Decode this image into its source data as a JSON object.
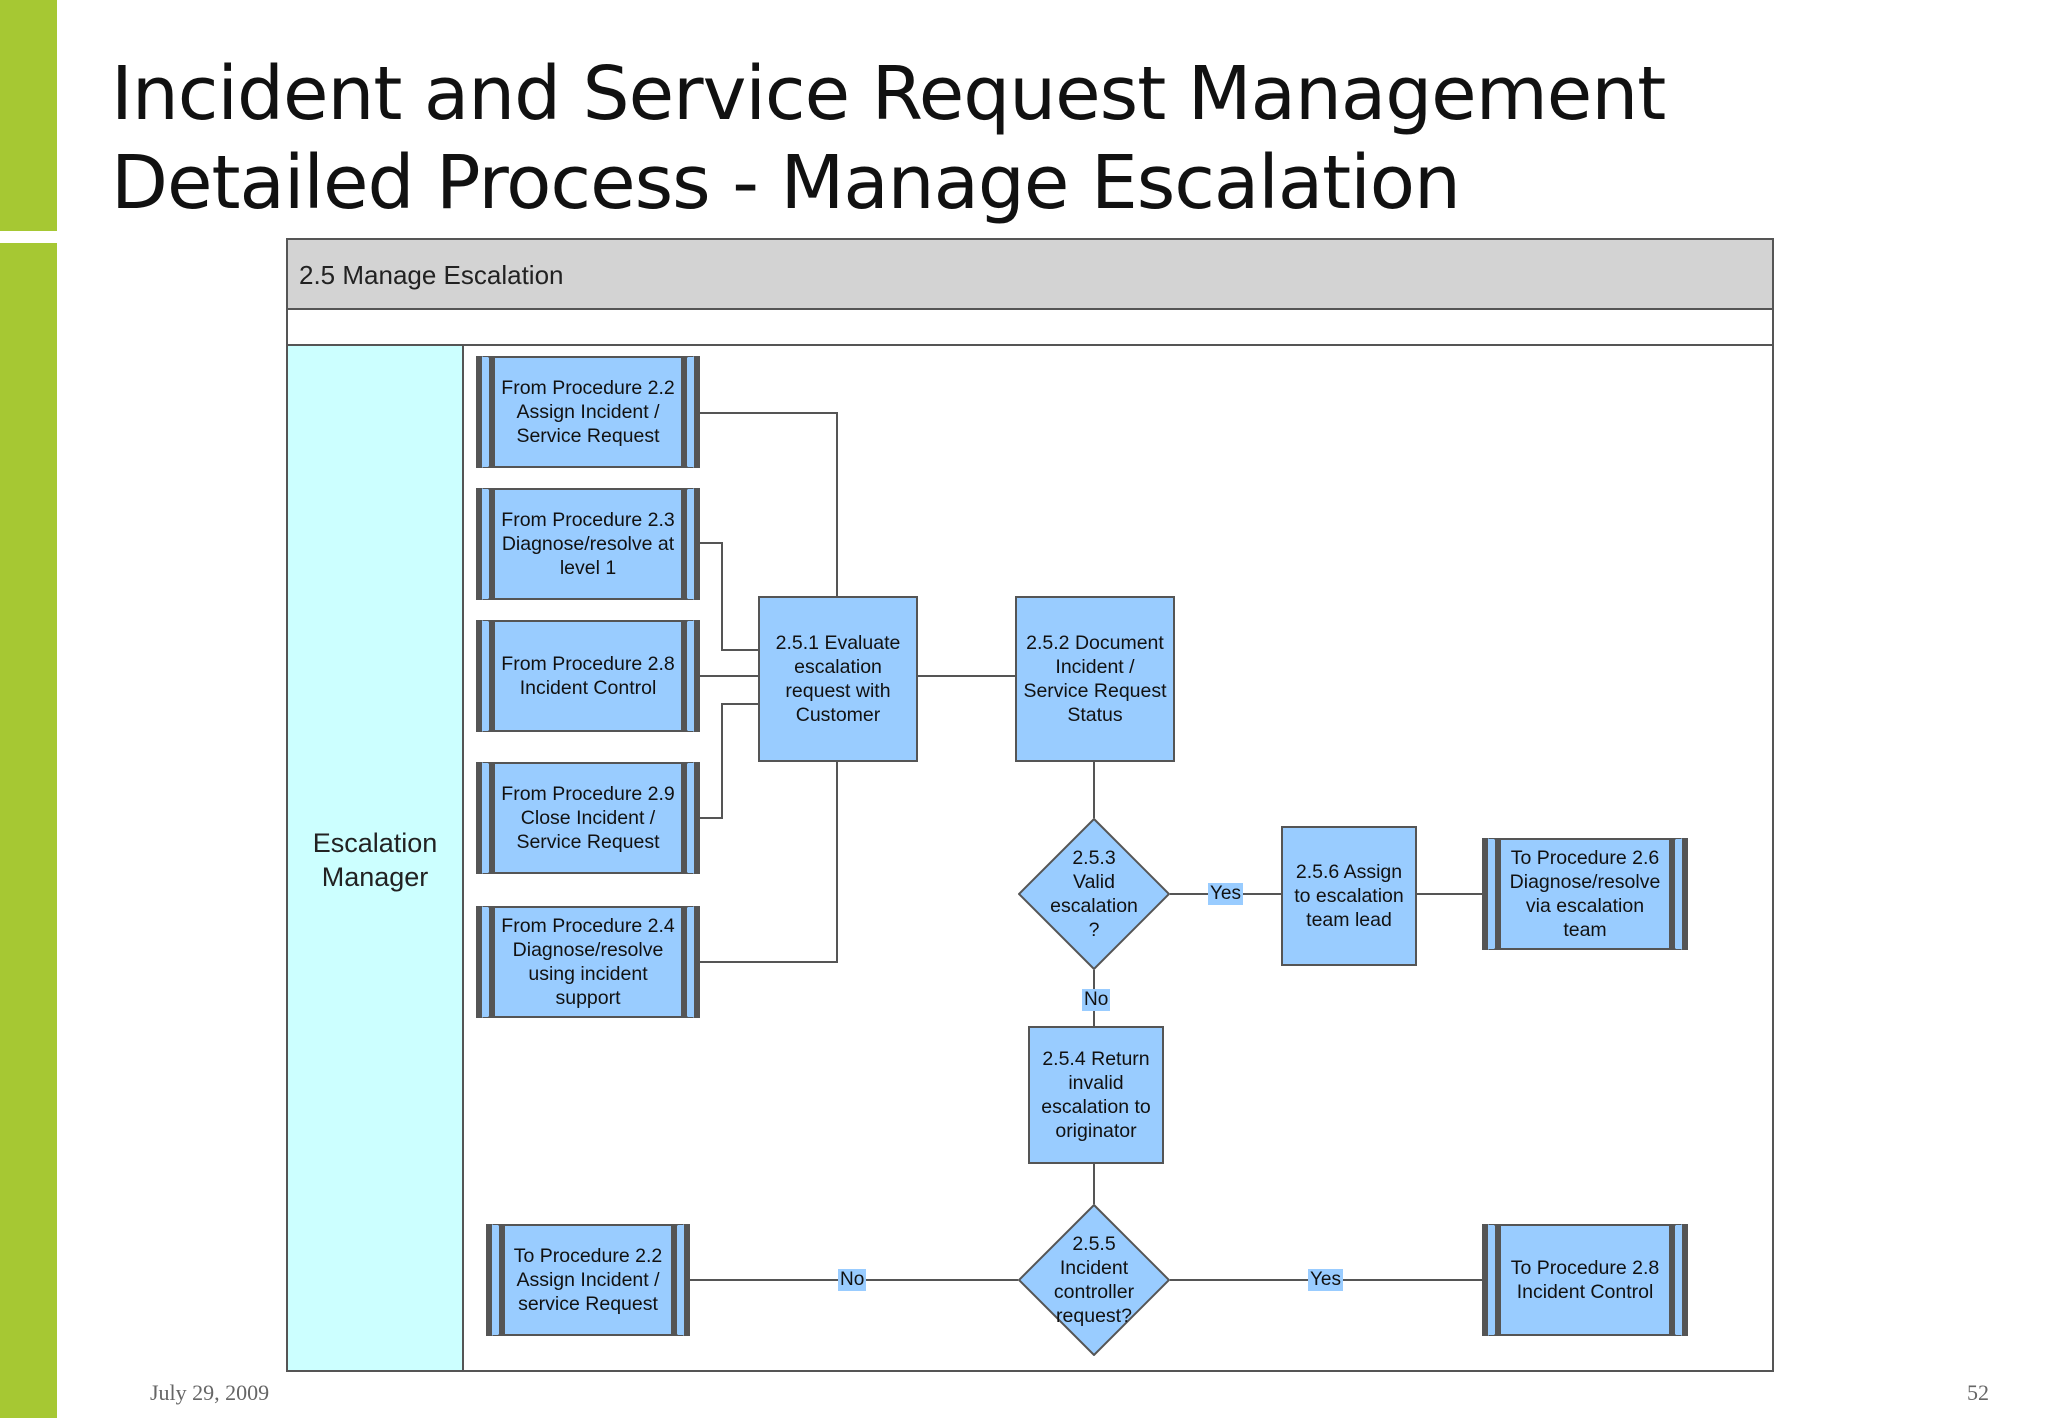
{
  "slide": {
    "title_line1": "Incident and Service Request Management",
    "title_line2": "Detailed Process - Manage Escalation",
    "date": "July 29, 2009",
    "page_number": "52"
  },
  "diagram": {
    "header_title": "2.5 Manage Escalation",
    "lane_label": "Escalation Manager",
    "boxes": {
      "from_2_2": "From Procedure 2.2 Assign Incident / Service Request",
      "from_2_3": "From Procedure 2.3 Diagnose/resolve at level 1",
      "from_2_8": "From Procedure 2.8 Incident Control",
      "from_2_9": "From Procedure 2.9 Close Incident / Service Request",
      "from_2_4": "From Procedure 2.4 Diagnose/resolve using incident support",
      "task_2_5_1": "2.5.1 Evaluate escalation request with Customer",
      "task_2_5_2": "2.5.2 Document Incident / Service Request Status",
      "decision_2_5_3": "2.5.3 Valid escalation ?",
      "task_2_5_6": "2.5.6 Assign to escalation team lead",
      "to_2_6": "To Procedure 2.6 Diagnose/resolve via escalation team",
      "task_2_5_4": "2.5.4 Return invalid escalation to originator",
      "decision_2_5_5": "2.5.5 Incident controller request?",
      "to_2_2": "To Procedure 2.2 Assign Incident / service Request",
      "to_2_8": "To Procedure 2.8 Incident Control"
    },
    "edge_labels": {
      "yes_valid": "Yes",
      "no_valid": "No",
      "no_controller": "No",
      "yes_controller": "Yes"
    },
    "colors": {
      "box_fill": "#99ccff",
      "lane_fill": "#ccffff",
      "header_fill": "#d3d3d3",
      "accent_bar": "#a6c833"
    }
  }
}
